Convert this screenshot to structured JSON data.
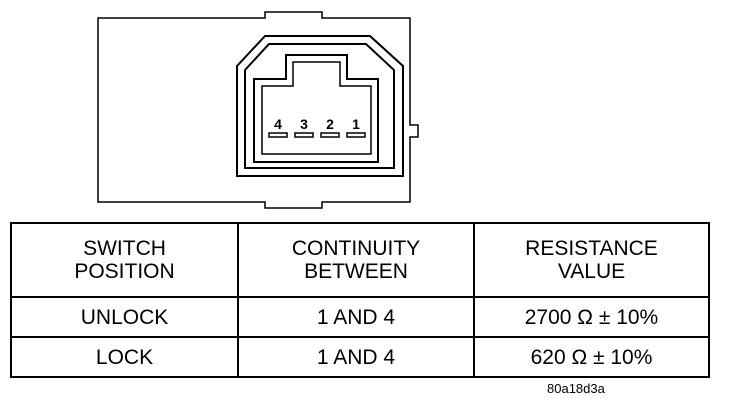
{
  "connector": {
    "pin_labels": [
      "4",
      "3",
      "2",
      "1"
    ]
  },
  "table": {
    "headers": [
      [
        "SWITCH",
        "POSITION"
      ],
      [
        "CONTINUITY",
        "BETWEEN"
      ],
      [
        "RESISTANCE",
        "VALUE"
      ]
    ],
    "rows": [
      {
        "position": "UNLOCK",
        "continuity": "1 AND 4",
        "resistance": "2700 Ω ± 10%"
      },
      {
        "position": "LOCK",
        "continuity": "1 AND 4",
        "resistance": "620 Ω ± 10%"
      }
    ]
  },
  "figure_code": "80a18d3a"
}
